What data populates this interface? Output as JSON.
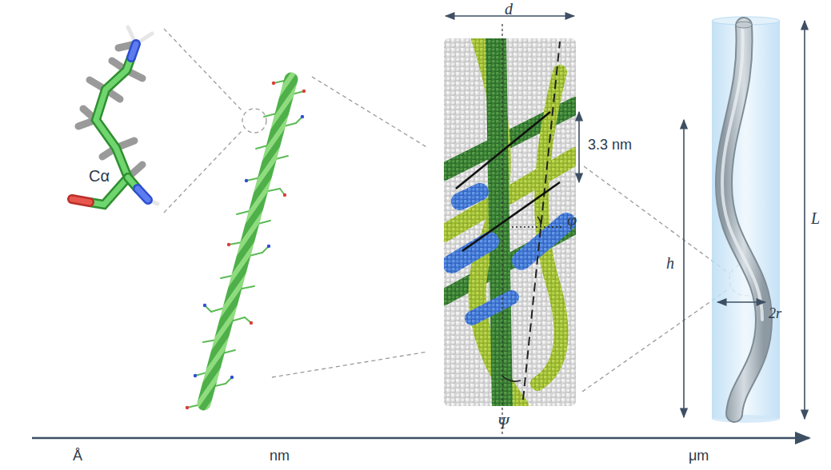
{
  "diagram": {
    "labels": [
      "Cα",
      "d",
      "3.3 nm",
      "φ",
      "Ψ",
      "h",
      "L",
      "2r",
      "Å",
      "nm",
      "μm"
    ]
  }
}
